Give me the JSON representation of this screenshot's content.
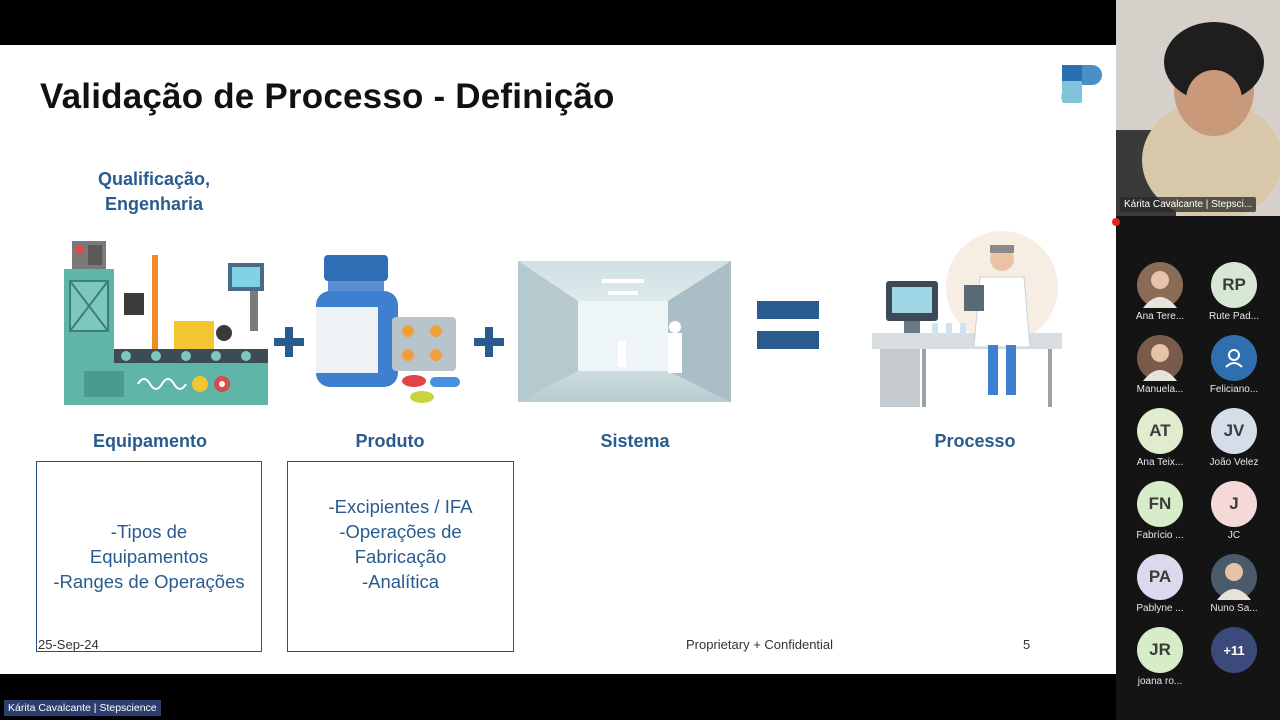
{
  "slide": {
    "title": "Validação de Processo - Definição",
    "qualificacao_label": "Qualificação, Engenharia",
    "captions": {
      "equipamento": "Equipamento",
      "produto": "Produto",
      "sistema": "Sistema",
      "processo": "Processo"
    },
    "box_equipamento": [
      "-Tipos de",
      "Equipamentos",
      "-Ranges de Operações"
    ],
    "box_produto": [
      "-Excipientes / IFA",
      "-Operações de",
      "Fabricação",
      "-Analítica"
    ],
    "footer": {
      "date": "25-Sep-24",
      "confidential": "Proprietary + Confidential",
      "page": "5"
    },
    "accent_color": "#2a5b8f"
  },
  "meeting": {
    "speaker_name": "Kárita Cavalcante | Stepsci...",
    "presenter_label": "Kárita Cavalcante | Stepscience",
    "participants": [
      {
        "initials": "",
        "name": "Ana Tere...",
        "bg": "#8a6b55",
        "photo": true
      },
      {
        "initials": "RP",
        "name": "Rute Pad...",
        "bg": "#d6e8d4"
      },
      {
        "initials": "",
        "name": "Manuela...",
        "bg": "#7a5a48",
        "photo": true
      },
      {
        "initials": "",
        "name": "Feliciano...",
        "bg": "#2f6fb0",
        "icon": true
      },
      {
        "initials": "AT",
        "name": "Ana Teix...",
        "bg": "#dfeccd"
      },
      {
        "initials": "JV",
        "name": "João Velez",
        "bg": "#d5dde8"
      },
      {
        "initials": "FN",
        "name": "Fabrício ...",
        "bg": "#d7ecc9"
      },
      {
        "initials": "J",
        "name": "JC",
        "bg": "#f5d9d9"
      },
      {
        "initials": "PA",
        "name": "Pablyne ...",
        "bg": "#dcd8ee"
      },
      {
        "initials": "",
        "name": "Nuno Sa...",
        "bg": "#4a5a6a",
        "photo": true
      },
      {
        "initials": "JR",
        "name": "joana ro...",
        "bg": "#d7ecc9"
      },
      {
        "initials": "+11",
        "name": "",
        "bg": "#3b4a7a"
      }
    ]
  }
}
